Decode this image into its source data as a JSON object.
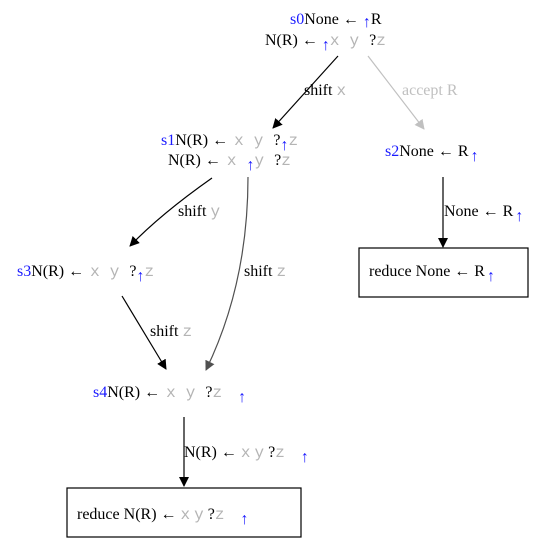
{
  "nodes": {
    "s0": {
      "id": "s0",
      "line1": {
        "lhs": "None",
        "arrow": "←",
        "dot": "↑",
        "rhs": "R"
      },
      "line2": {
        "lhs": "N(R)",
        "arrow": "←",
        "dot": "↑",
        "t1": "x",
        "t2": "y",
        "q": "?",
        "t3": "z"
      }
    },
    "s1": {
      "id": "s1",
      "line1": {
        "lhs": "N(R)",
        "arrow": "←",
        "t1": "x",
        "t2": "y",
        "q": "?",
        "dot": "↑",
        "t3": "z"
      },
      "line2": {
        "lhs": "N(R)",
        "arrow": "←",
        "t1": "x",
        "dot": "↑",
        "t2": "y",
        "q": "?",
        "t3": "z"
      }
    },
    "s2": {
      "id": "s2",
      "line1": {
        "lhs": "None",
        "arrow": "←",
        "rhs": "R",
        "dot": "↑"
      }
    },
    "s3": {
      "id": "s3",
      "line1": {
        "lhs": "N(R)",
        "arrow": "←",
        "t1": "x",
        "t2": "y",
        "q": "?",
        "dot": "↑",
        "t3": "z"
      }
    },
    "s4": {
      "id": "s4",
      "line1": {
        "lhs": "N(R)",
        "arrow": "←",
        "t1": "x",
        "t2": "y",
        "q": "?",
        "t3": "z",
        "dot": "↑"
      }
    },
    "reduce_none": {
      "word": "reduce",
      "lhs": "None",
      "arrow": "←",
      "rhs": "R",
      "dot": "↑"
    },
    "reduce_nr": {
      "word": "reduce",
      "lhs": "N(R)",
      "arrow": "←",
      "t1": "x",
      "t2": "y",
      "q": "?",
      "t3": "z",
      "dot": "↑"
    }
  },
  "edges": {
    "s0_s1": {
      "word": "shift",
      "sym": "x"
    },
    "s0_s2": {
      "text": "accept R"
    },
    "s1_s3": {
      "word": "shift",
      "sym": "y"
    },
    "s1_s4": {
      "word": "shift",
      "sym": "z"
    },
    "s3_s4": {
      "word": "shift",
      "sym": "z"
    },
    "s2_reduce": {
      "lhs": "None",
      "arrow": "←",
      "rhs": "R",
      "dot": "↑"
    },
    "s4_reduce": {
      "lhs": "N(R)",
      "arrow": "←",
      "t1": "x",
      "t2": "y",
      "q": "?",
      "t3": "z",
      "dot": "↑"
    }
  },
  "colors": {
    "state_id": "#1a1aff",
    "dot": "#1a1aff",
    "text": "#000000",
    "terminal": "#b4b4b4",
    "accept_edge": "#c0c0c0",
    "shift_edge_dark": "#505050"
  }
}
